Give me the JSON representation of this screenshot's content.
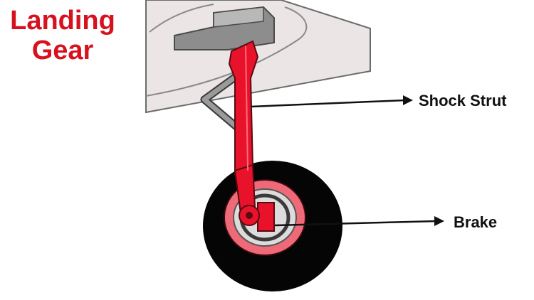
{
  "title": {
    "line1": "Landing",
    "line2": "Gear"
  },
  "labels": {
    "shock_strut": "Shock Strut",
    "brake": "Brake"
  },
  "colors": {
    "title": "#d7121f",
    "strut": "#e8132a",
    "strut_outline": "#5a0a12",
    "wing": "#ebe5e5",
    "wing_outline": "#6b6b6b",
    "tire": "#050505",
    "rim_ring": "#ef6a78",
    "hub": "#dcdcdc",
    "arrow": "#111111"
  }
}
